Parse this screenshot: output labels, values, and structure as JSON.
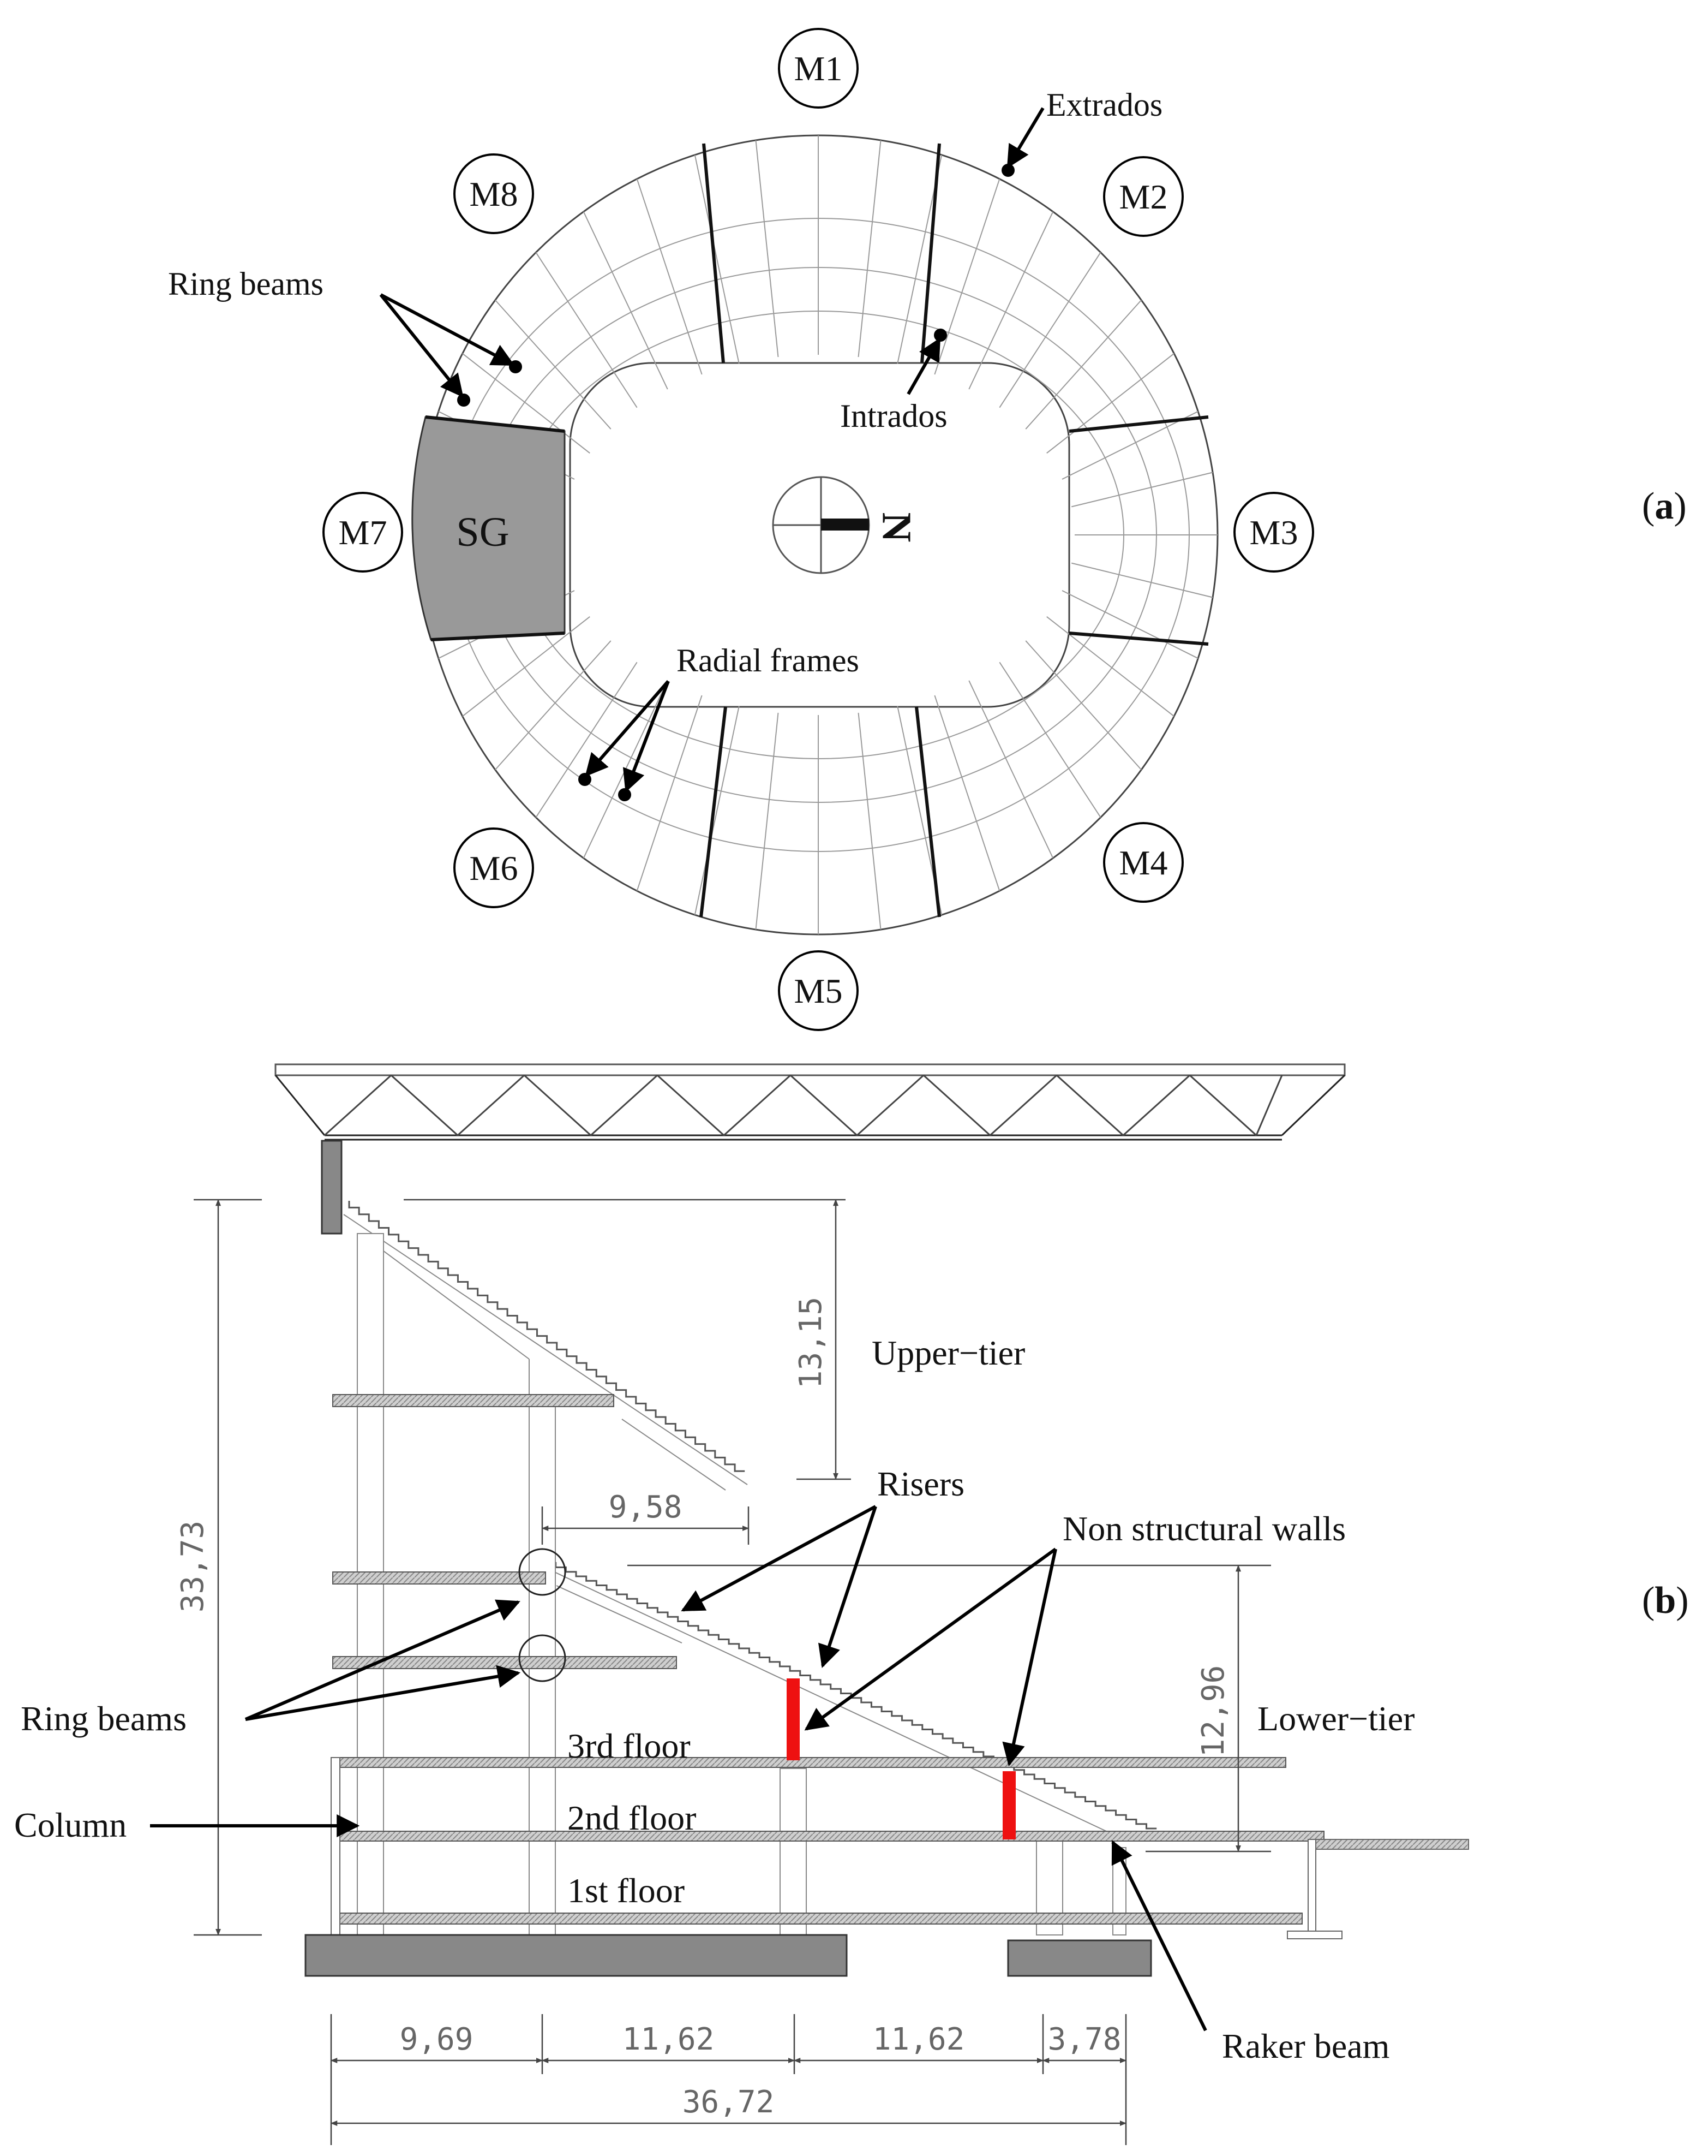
{
  "panel_a": {
    "label_open": "(",
    "label_letter": "a",
    "label_close": ")",
    "modules": [
      "M1",
      "M2",
      "M3",
      "M4",
      "M5",
      "M6",
      "M7",
      "M8"
    ],
    "sector_label": "SG",
    "north_symbol": "N",
    "annotations": {
      "extrados": "Extrados",
      "intrados": "Intrados",
      "ring_beams": "Ring beams",
      "radial_frames": "Radial frames"
    },
    "colors": {
      "sector_fill": "#999999"
    }
  },
  "panel_b": {
    "label_open": "(",
    "label_letter": "b",
    "label_close": ")",
    "annotations": {
      "upper_tier": "Upper−tier",
      "lower_tier": "Lower−tier",
      "risers": "Risers",
      "non_structural_walls": "Non structural walls",
      "ring_beams": "Ring beams",
      "column": "Column",
      "raker_beam": "Raker beam",
      "floor_3": "3rd floor",
      "floor_2": "2nd floor",
      "floor_1": "1st floor"
    },
    "dimensions": {
      "total_height": "33,73",
      "upper_tier_height": "13,15",
      "lower_tier_height": "12,96",
      "upper_overhang": "9,58",
      "span_1": "9,69",
      "span_2": "11,62",
      "span_3": "11,62",
      "span_4": "3,78",
      "total_width": "36,72"
    },
    "colors": {
      "walls": "#ee1111",
      "foundation": "#888888"
    }
  }
}
